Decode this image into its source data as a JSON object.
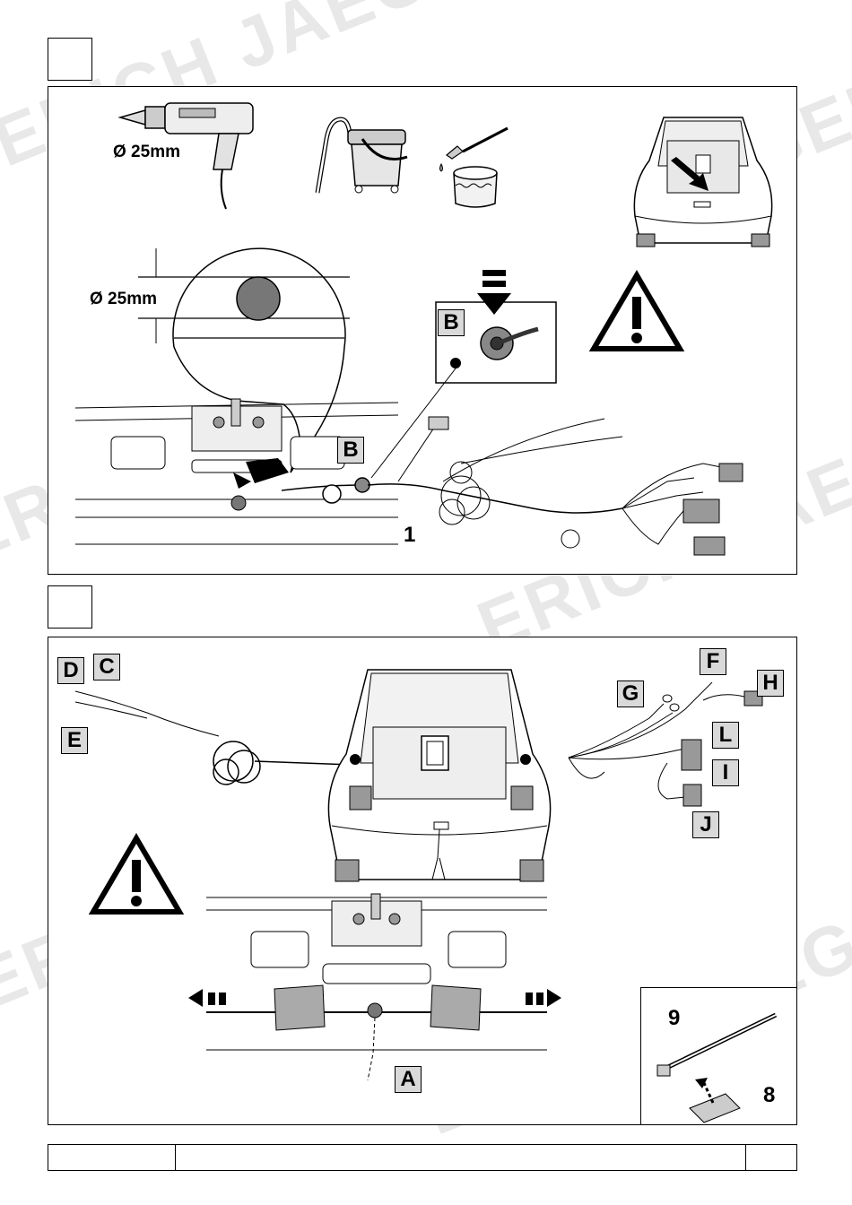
{
  "watermark": "ERICH JAEGER",
  "step1": {
    "drill_diameter": "Ø  25mm",
    "hole_diameter": "Ø 25mm",
    "label_b_top": "B",
    "label_b_bumper": "B",
    "callout_number": "1"
  },
  "step2": {
    "labels": {
      "d": "D",
      "c": "C",
      "e": "E",
      "f": "F",
      "g": "G",
      "h": "H",
      "l": "L",
      "i": "I",
      "j": "J",
      "a": "A"
    },
    "inset_numbers": {
      "tie": "9",
      "pad": "8"
    }
  },
  "icons": [
    "drill-icon",
    "vacuum-icon",
    "brush-paint-icon",
    "warning-icon",
    "car-rear-icon",
    "cable-tie-icon"
  ],
  "colors": {
    "line": "#000000",
    "label_bg": "#d9d9d9",
    "hole_fill": "#777777",
    "watermark": "#e8e8e8"
  }
}
